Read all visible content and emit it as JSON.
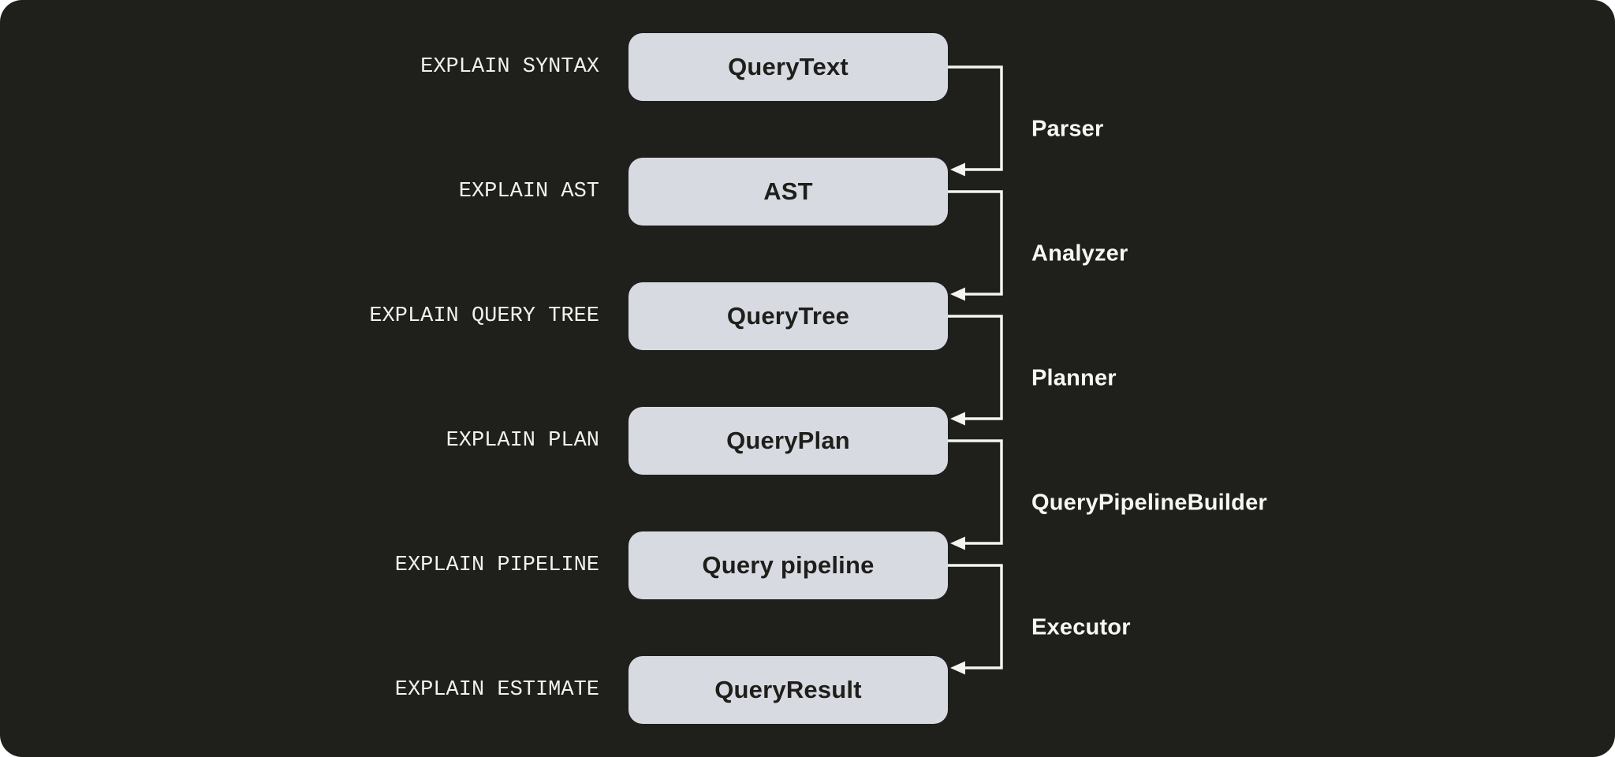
{
  "colors": {
    "canvas_bg": "#1f201b",
    "box_fill": "#d8dae2",
    "box_text_color": "#1e1f1a",
    "line_color": "#f4f4f1",
    "stage_label_color": "#f2f1ed",
    "step_label_color": "#f7f6f3"
  },
  "rows": [
    {
      "stage": "EXPLAIN SYNTAX",
      "box": "QueryText"
    },
    {
      "stage": "EXPLAIN AST",
      "box": "AST"
    },
    {
      "stage": "EXPLAIN QUERY TREE",
      "box": "QueryTree"
    },
    {
      "stage": "EXPLAIN PLAN",
      "box": "QueryPlan"
    },
    {
      "stage": "EXPLAIN PIPELINE",
      "box": "Query pipeline"
    },
    {
      "stage": "EXPLAIN ESTIMATE",
      "box": "QueryResult"
    }
  ],
  "steps": [
    {
      "label": "Parser"
    },
    {
      "label": "Analyzer"
    },
    {
      "label": "Planner"
    },
    {
      "label": "QueryPipelineBuilder"
    },
    {
      "label": "Executor"
    }
  ]
}
